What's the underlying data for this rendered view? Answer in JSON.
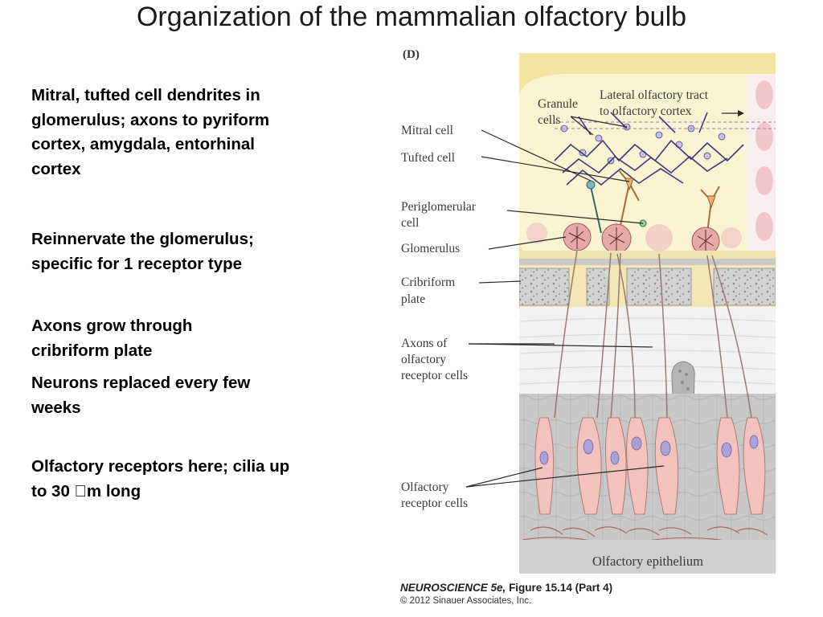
{
  "title": "Organization of the mammalian olfactory bulb",
  "bullets": [
    "Mitral, tufted cell dendrites in glomerulus; axons to pyriform cortex, amygdala, entorhinal cortex",
    "Reinnervate the glomerulus; specific for 1 receptor type",
    "Axons grow through cribriform plate",
    "Neurons replaced every few weeks",
    "Olfactory receptors here; cilia up to 30 m long"
  ],
  "figure": {
    "panel_letter": "(D)",
    "labels": {
      "granule_1": "Granule",
      "granule_2": "cells",
      "lateral_1": "Lateral olfactory tract",
      "lateral_2": "to olfactory cortex",
      "mitral": "Mitral cell",
      "tufted": "Tufted cell",
      "periglomerular_1": "Periglomerular",
      "periglomerular_2": "cell",
      "glomerulus": "Glomerulus",
      "cribriform_1": "Cribriform",
      "cribriform_2": "plate",
      "axons_1": "Axons of",
      "axons_2": "olfactory",
      "axons_3": "receptor cells",
      "receptor_1": "Olfactory",
      "receptor_2": "receptor cells",
      "epithelium": "Olfactory epithelium"
    },
    "credit_book": "NEUROSCIENCE 5e,",
    "credit_figure": "Figure 15.14 (Part 4)",
    "copyright": "© 2012 Sinauer Associates, Inc."
  },
  "colors": {
    "bulb_yellow": "#f6eaa8",
    "membrane_cream": "#fbf6d6",
    "bone": "#cfcfcf",
    "epithelium_gray": "#c9c9c9",
    "cell_pink": "#f5c4bf",
    "nucleus_purple": "#a9a3d8",
    "dendrite_navy": "#3b3a7a",
    "glomerulus_pink": "#e9b2b0"
  }
}
